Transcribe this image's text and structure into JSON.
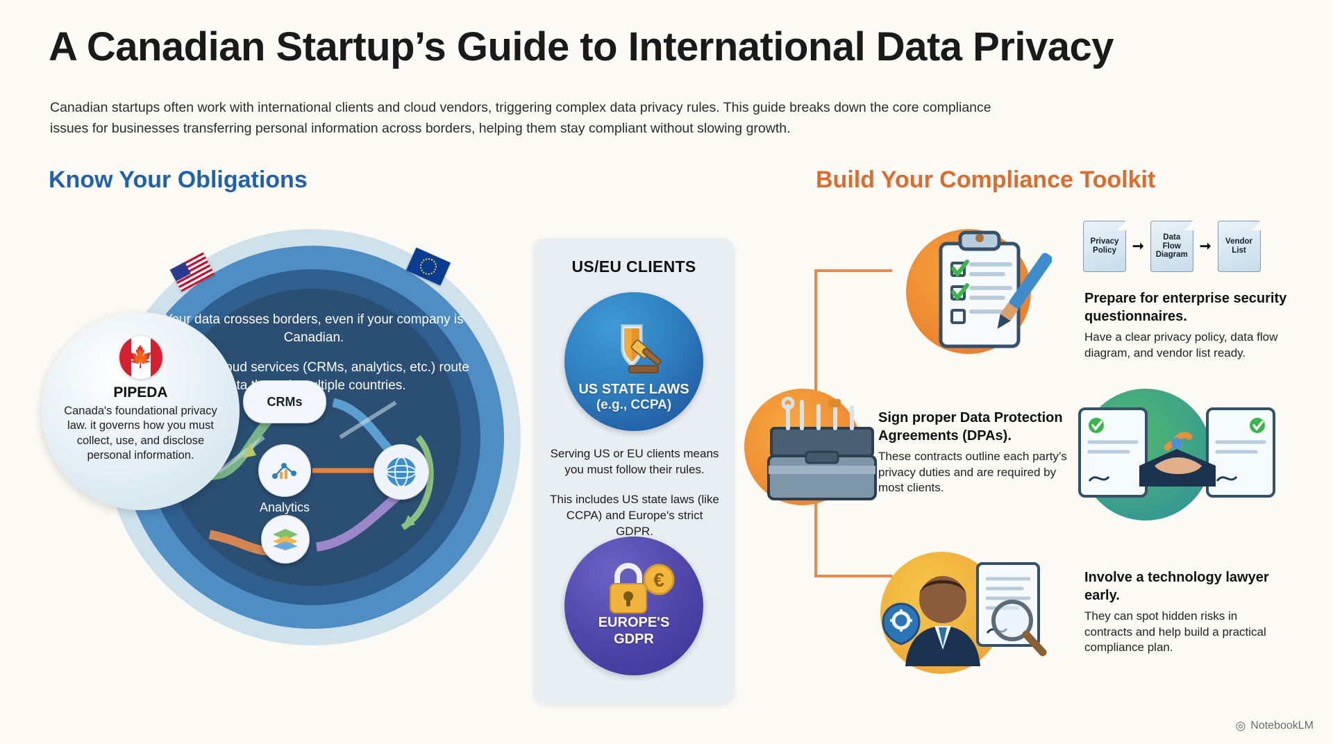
{
  "header": {
    "title": "A Canadian Startup’s Guide to International Data Privacy",
    "subtitle": "Canadian startups often work with international clients and cloud vendors, triggering complex data privacy rules. This guide breaks down the core compliance issues for businesses transferring personal information across borders, helping them stay compliant without slowing growth."
  },
  "sections": {
    "left_heading": "Know Your Obligations",
    "right_heading": "Build Your Compliance Toolkit"
  },
  "left": {
    "circle_text_1": "Your data crosses borders, even if your company is Canadian.",
    "circle_text_2": "Common cloud services (CRMs, analytics, etc.) route data through multiple countries.",
    "nodes": {
      "crms": "CRMs",
      "analytics": "Analytics"
    },
    "pipeda": {
      "name": "PIPEDA",
      "description": "Canada's foundational privacy law. it governs how you must collect, use, and disclose personal information."
    },
    "flags": {
      "us": "us-flag",
      "eu": "eu-flag",
      "canada": "canada-flag"
    }
  },
  "center_card": {
    "title": "US/EU CLIENTS",
    "badge_us_line1": "US STATE LAWS",
    "badge_us_line2": "(e.g., CCPA)",
    "body_1": "Serving US or EU clients means you must follow their rules.",
    "body_2": "This includes US state laws (like CCPA) and Europe's strict GDPR.",
    "badge_eu_line1": "EUROPE'S",
    "badge_eu_line2": "GDPR"
  },
  "right": {
    "doc_chain": [
      "Privacy Policy",
      "Data Flow Diagram",
      "Vendor List"
    ],
    "items": [
      {
        "heading": "Prepare for enterprise security questionnaires.",
        "body": "Have a clear privacy policy, data flow diagram, and vendor list ready."
      },
      {
        "heading": "Sign proper Data Protection Agreements (DPAs).",
        "body": "These contracts outline each party’s privacy duties and are required by most clients."
      },
      {
        "heading": "Involve a technology lawyer early.",
        "body": "They can spot hidden risks in contracts and help build a practical compliance plan."
      }
    ]
  },
  "footer": {
    "brand": "NotebookLM"
  },
  "colors": {
    "background": "#fbfaf5",
    "left_accent": "#1f61ab",
    "right_accent": "#e06a2b",
    "ring_outer": "#cfe2ec",
    "ring_mid": "#4f8ec4",
    "ring_inner": "#2a4f72"
  }
}
